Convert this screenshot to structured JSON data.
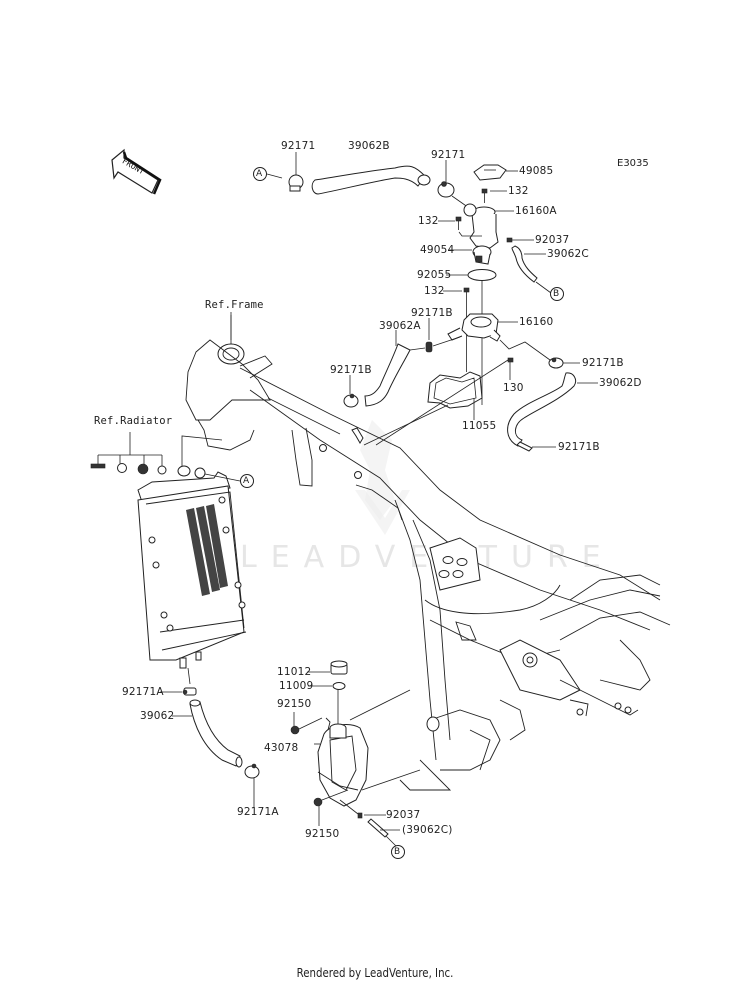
{
  "diagram": {
    "code": "E3035",
    "front_arrow_label": "FRONT",
    "watermark": "LEADVENTURE",
    "footer": "Rendered by LeadVenture, Inc.",
    "references": {
      "frame": "Ref.Frame",
      "radiator": "Ref.Radiator"
    },
    "connectors": {
      "a": "A",
      "b": "B"
    },
    "parts": {
      "p92171_left": "92171",
      "p39062B": "39062B",
      "p92171_right": "92171",
      "p49085": "49085",
      "p132_top": "132",
      "p16160A": "16160A",
      "p132_left": "132",
      "p92037_top": "92037",
      "p49054": "49054",
      "p39062C": "39062C",
      "p92055": "92055",
      "p132_mid": "132",
      "p92171B_top": "92171B",
      "p16160": "16160",
      "p39062A": "39062A",
      "p92171B_left": "92171B",
      "p92171B_right": "92171B",
      "p130": "130",
      "p39062D": "39062D",
      "p11055": "11055",
      "p92171B_bottom": "92171B",
      "p11012": "11012",
      "p11009": "11009",
      "p92150_top": "92150",
      "p92171A_top": "92171A",
      "p39062": "39062",
      "p43078": "43078",
      "p92171A_bottom": "92171A",
      "p92150_bottom": "92150",
      "p92037_bottom": "92037",
      "p39062C_ref": "(39062C)"
    }
  }
}
